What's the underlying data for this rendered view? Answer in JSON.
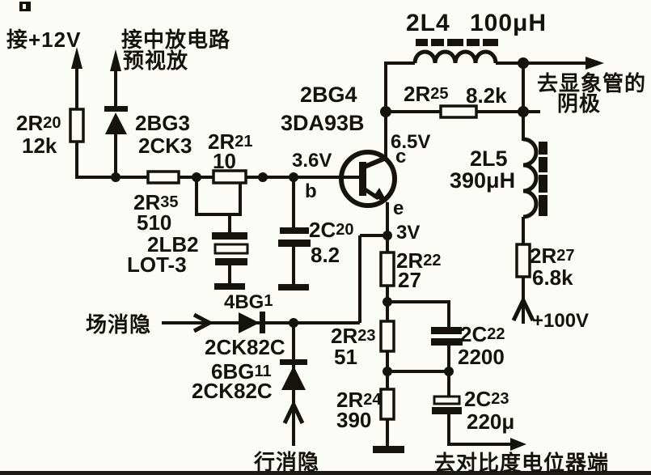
{
  "diagram": {
    "kind": "video-amplifier-schematic",
    "ink_color": "#16130f",
    "paper_color": "#fbfbf7"
  },
  "terminals": {
    "plus12v": "接+12V",
    "if_line1": "接中放电路",
    "if_line2": "预视放",
    "crt_line1": "去显象管的",
    "crt_line2": "阴极",
    "plus100v": "+100V",
    "field_blanking": "场消隐",
    "line_blanking": "行消隐",
    "contrast_pot": "去对比度电位器端"
  },
  "components": {
    "r20": {
      "des": "2R",
      "sub": "20",
      "value": "12k"
    },
    "bg3": {
      "des": "2BG3",
      "type": "2CK3"
    },
    "r35": {
      "des": "2R",
      "sub": "35",
      "value": "510"
    },
    "r21": {
      "des": "2R",
      "sub": "21",
      "value": "10"
    },
    "lb2": {
      "des": "2LB2",
      "type": "LOT-3"
    },
    "c20": {
      "des": "2C",
      "sub": "20",
      "value": "8.2"
    },
    "q1": {
      "des": "2BG4",
      "type": "3DA93B",
      "v_base": "3.6V",
      "v_collector": "6.5V",
      "v_emitter": "3V",
      "pin_b": "b",
      "pin_c": "c",
      "pin_e": "e"
    },
    "l4": {
      "des": "2L4",
      "value": "100μH"
    },
    "r25": {
      "des": "2R",
      "sub": "25",
      "value": "8.2k"
    },
    "l5": {
      "des": "2L5",
      "value": "390μH"
    },
    "r27": {
      "des": "2R",
      "sub": "27",
      "value": "6.8k"
    },
    "r22": {
      "des": "2R",
      "sub": "22",
      "value": "27"
    },
    "r23": {
      "des": "2R",
      "sub": "23",
      "value": "51"
    },
    "r24": {
      "des": "2R",
      "sub": "24",
      "value": "390"
    },
    "c22": {
      "des": "2C",
      "sub": "22",
      "value": "2200"
    },
    "c23": {
      "des": "2C",
      "sub": "23",
      "value": "220μ"
    },
    "bg1": {
      "des": "4BG",
      "sub": "1",
      "type": "2CK82C"
    },
    "bg11": {
      "des": "6BG",
      "sub": "11",
      "type": "2CK82C"
    }
  }
}
